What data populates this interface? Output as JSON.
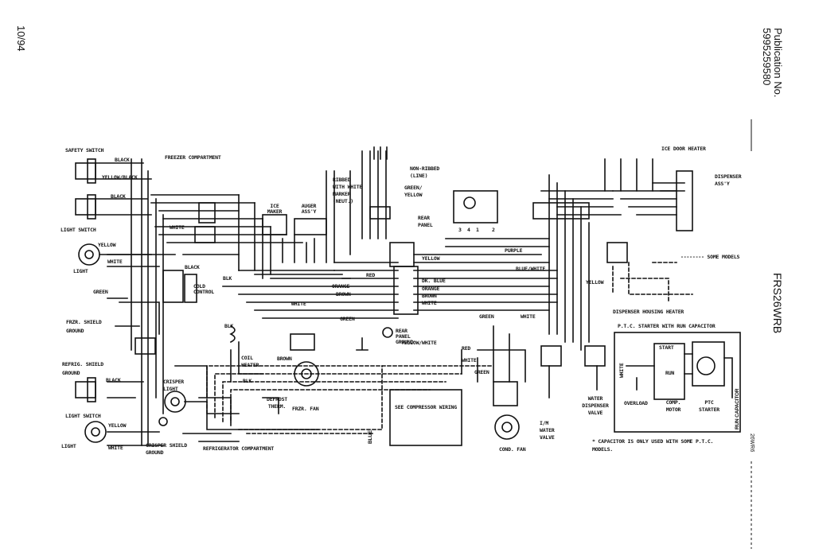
{
  "header": {
    "date": "10/94",
    "publication_label": "Publication No.",
    "publication_number": "5995259580",
    "model": "FRS26WRB",
    "side_code": "26WR6"
  },
  "labels": {
    "safety_switch": "SAFETY SWITCH",
    "freezer_compartment": "FREEZER COMPARTMENT",
    "black1": "BLACK",
    "yellow_black": "YELLOW/BLACK",
    "black2": "BLACK",
    "light_switch_top": "LIGHT SWITCH",
    "yellow_top": "YELLOW",
    "white_top": "WHITE",
    "light_top": "LIGHT",
    "green_left": "GREEN",
    "frzr_shield_ground": "FRZR. SHIELD GROUND",
    "refrig_shield_ground": "REFRIG. SHIELD GROUND",
    "black_lower": "BLACK",
    "light_switch_lower": "LIGHT SWITCH",
    "yellow_lower": "YELLOW",
    "light_lower": "LIGHT",
    "white_lower": "WHITE",
    "crisper_light": "CRISPER LIGHT",
    "crisper_shield_ground": "CRISPER SHIELD GROUND",
    "refrigerator_compartment": "REFRIGERATOR COMPARTMENT",
    "cold_control": "COLD CONTROL",
    "white_mid": "WHITE",
    "black_mid": "BLACK",
    "blk": "BLK",
    "ice_maker": "ICE MAKER",
    "auger_assy": "AUGER ASS'Y",
    "ribbed": "RIBBED WITH WHITE MARKER (NEUT.)",
    "non_ribbed": "NON-RIBBED (LINE)",
    "green_yellow": "GREEN/ YELLOW",
    "rear_panel": "REAR PANEL",
    "yellow_bus": "YELLOW",
    "purple": "PURPLE",
    "blue_white": "BLUE/WHITE",
    "yellow_right": "YELLOW",
    "red": "RED",
    "orange": "ORANGE",
    "brown": "BROWN",
    "dk_blue": "DK. BLUE",
    "orange2": "ORANGE",
    "brown2": "BROWN",
    "white_bus": "WHITE",
    "green_bus": "GREEN",
    "rear_panel_ground": "REAR PANEL GROUND",
    "yellow_white": "YELLOW/WHITE",
    "white_right": "WHITE",
    "green_right": "GREEN",
    "red_lower": "RED",
    "white_lower2": "WHITE",
    "green_lower": "GREEN",
    "blk_left": "BLK",
    "coil_heater": "COIL HEATER",
    "blk_coil": "BLK",
    "brown_coil": "BROWN",
    "defrost_therm": "DEFROST THERM.",
    "frzr_fan": "FRZR. FAN",
    "blue_vert": "BLUE",
    "see_compressor_wiring": "SEE COMPRESSOR WIRING",
    "cond_fan": "COND. FAN",
    "ice_water_valve": "I/M WATER VALVE",
    "water_dispenser_valve": "WATER DISPENSER VALVE",
    "ice_door_heater": "ICE DOOR HEATER",
    "dispenser_assy": "DISPENSER ASS'Y",
    "some_models": "SOME MODELS",
    "dispenser_housing_heater": "DISPENSER HOUSING HEATER",
    "ptc_title": "P.T.C. STARTER WITH RUN CAPACITOR",
    "start": "START",
    "run": "RUN",
    "overload": "OVERLOAD",
    "comp_motor": "COMP. MOTOR",
    "ptc_starter": "PTC STARTER",
    "run_capacitor": "RUN CAPACITOR",
    "white_ptc": "WHITE",
    "capacitor_note": "* CAPACITOR IS ONLY USED WITH SOME P.T.C. MODELS.",
    "n3": "3",
    "n4": "4",
    "n1": "1",
    "n2": "2"
  }
}
